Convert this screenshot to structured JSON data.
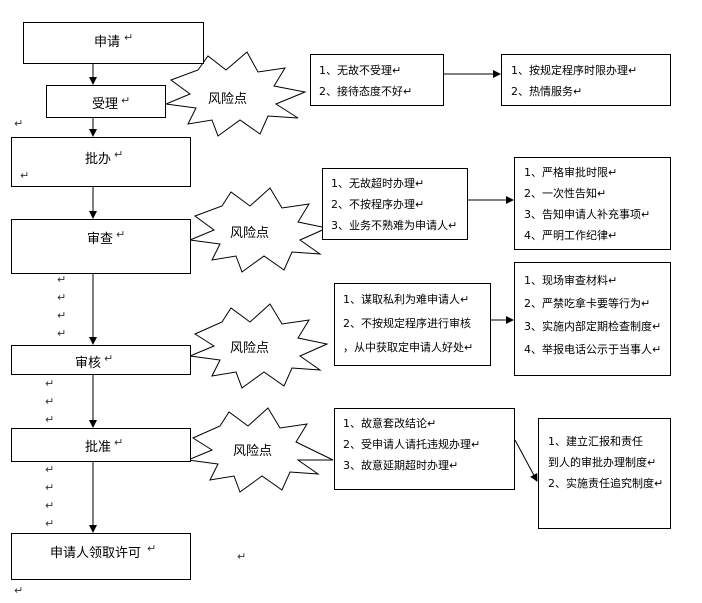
{
  "paragraph_mark": "↵",
  "steps": {
    "apply": "申请",
    "accept": "受理",
    "handle": "批办",
    "review": "审查",
    "audit": "审核",
    "approve": "批准",
    "collect": "申请人领取许可"
  },
  "risk_label": "风险点",
  "risks": {
    "accept": [
      "1、无故不受理",
      "2、接待态度不好"
    ],
    "review": [
      "1、无故超时办理",
      "2、不按程序办理",
      "3、业务不熟难为申请人"
    ],
    "audit": [
      "1、谋取私利为难申请人",
      "2、不按规定程序进行审核",
      "，从中获取定申请人好处"
    ],
    "approve": [
      "1、故意套改结论",
      "2、受申请人请托违规办理",
      "3、故意延期超时办理"
    ]
  },
  "measures": {
    "accept": [
      "1、按规定程序时限办理",
      "2、热情服务"
    ],
    "review": [
      "1、严格审批时限",
      "2、一次性告知",
      "3、告知申请人补充事项",
      "4、严明工作纪律"
    ],
    "audit": [
      "1、现场审查材料",
      "2、严禁吃拿卡要等行为",
      "3、实施内部定期检查制度",
      "4、举报电话公示于当事人"
    ],
    "approve": [
      "1、建立汇报和责任",
      "到人的审批办理制度",
      "2、实施责任追究制度"
    ]
  }
}
